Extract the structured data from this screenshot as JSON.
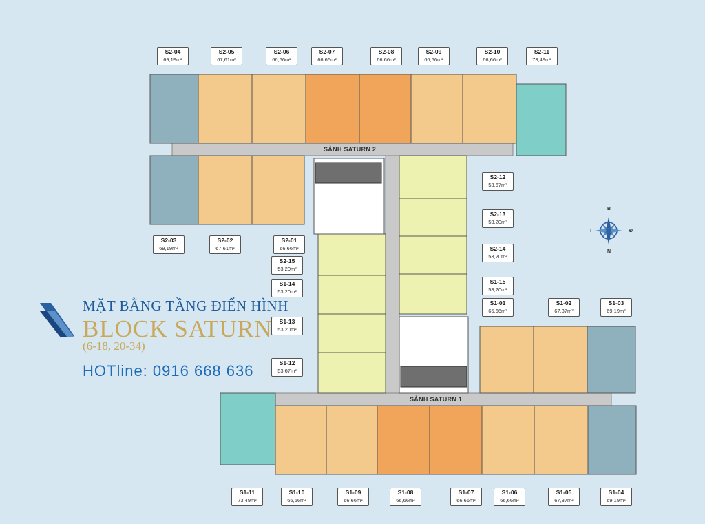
{
  "colors": {
    "background": "#d6e7f2",
    "slate": "#8fb0bd",
    "peach": "#f3c98c",
    "orange": "#f0a55b",
    "teal": "#7fcfc8",
    "yellow": "#eef2b0",
    "corridor": "#c9c9c9",
    "core": "#ffffff",
    "title_blue": "#1c5a9a",
    "title_gold": "#c9a85a",
    "hotline_blue": "#1e6bb8"
  },
  "titles": {
    "line1": "MẶT BẰNG TẦNG ĐIỂN HÌNH",
    "line2": "BLOCK SATURN",
    "line3": "(6-18, 20-34)",
    "hotline": "HOTline: 0916 668 636"
  },
  "lobbies": {
    "saturn2": "SẢNH SATURN 2",
    "saturn1": "SẢNH SATURN 1"
  },
  "compass": {
    "north_top": "B",
    "south_bottom": "N",
    "west_left": "T",
    "east_right": "Đ",
    "icon": "compass-rose-icon"
  },
  "units": [
    {
      "code": "S2-04",
      "area": "69,19m²"
    },
    {
      "code": "S2-05",
      "area": "67,61m²"
    },
    {
      "code": "S2-06",
      "area": "66,66m²"
    },
    {
      "code": "S2-07",
      "area": "66,66m²"
    },
    {
      "code": "S2-08",
      "area": "66,66m²"
    },
    {
      "code": "S2-09",
      "area": "66,66m²"
    },
    {
      "code": "S2-10",
      "area": "66,66m²"
    },
    {
      "code": "S2-11",
      "area": "73,49m²"
    },
    {
      "code": "S2-03",
      "area": "69,19m²"
    },
    {
      "code": "S2-02",
      "area": "67,61m²"
    },
    {
      "code": "S2-01",
      "area": "66,66m²"
    },
    {
      "code": "S2-12",
      "area": "53,67m²"
    },
    {
      "code": "S2-13",
      "area": "53,20m²"
    },
    {
      "code": "S2-14",
      "area": "53,20m²"
    },
    {
      "code": "S2-15",
      "area": "53,20m²"
    },
    {
      "code": "S1-14",
      "area": "53,20m²"
    },
    {
      "code": "S1-15",
      "area": "53,20m²"
    },
    {
      "code": "S1-13",
      "area": "53,20m²"
    },
    {
      "code": "S1-12",
      "area": "53,67m²"
    },
    {
      "code": "S1-01",
      "area": "66,66m²"
    },
    {
      "code": "S1-02",
      "area": "67,37m²"
    },
    {
      "code": "S1-03",
      "area": "69,19m²"
    },
    {
      "code": "S1-11",
      "area": "73,49m²"
    },
    {
      "code": "S1-10",
      "area": "66,66m²"
    },
    {
      "code": "S1-09",
      "area": "66,66m²"
    },
    {
      "code": "S1-08",
      "area": "66,66m²"
    },
    {
      "code": "S1-07",
      "area": "66,66m²"
    },
    {
      "code": "S1-06",
      "area": "66,66m²"
    },
    {
      "code": "S1-05",
      "area": "67,37m²"
    },
    {
      "code": "S1-04",
      "area": "69,19m²"
    }
  ]
}
